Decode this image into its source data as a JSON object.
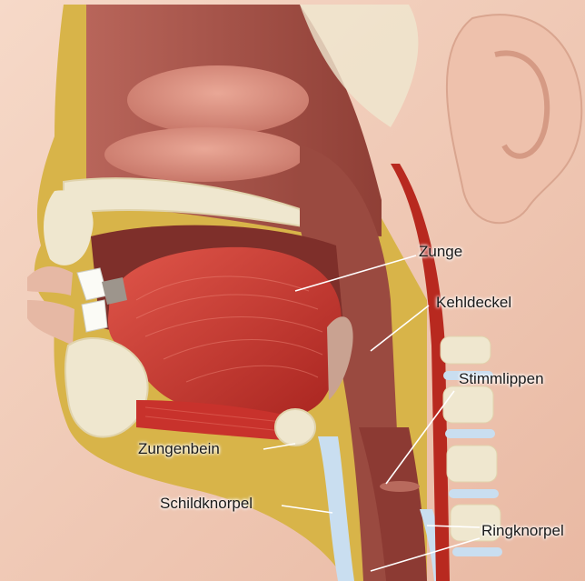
{
  "labels": {
    "zunge": "Zunge",
    "kehldeckel": "Kehldeckel",
    "stimmlippen": "Stimmlippen",
    "zungenbein": "Zungenbein",
    "schildknorpel": "Schildknorpel",
    "ringknorpel": "Ringknorpel"
  },
  "colors": {
    "skin": "#f2cbb8",
    "tissue": "#c97a6a",
    "muscle": "#c8322c",
    "bone": "#efe7cf",
    "fat": "#d8b449",
    "cartilage": "#c9def0"
  }
}
